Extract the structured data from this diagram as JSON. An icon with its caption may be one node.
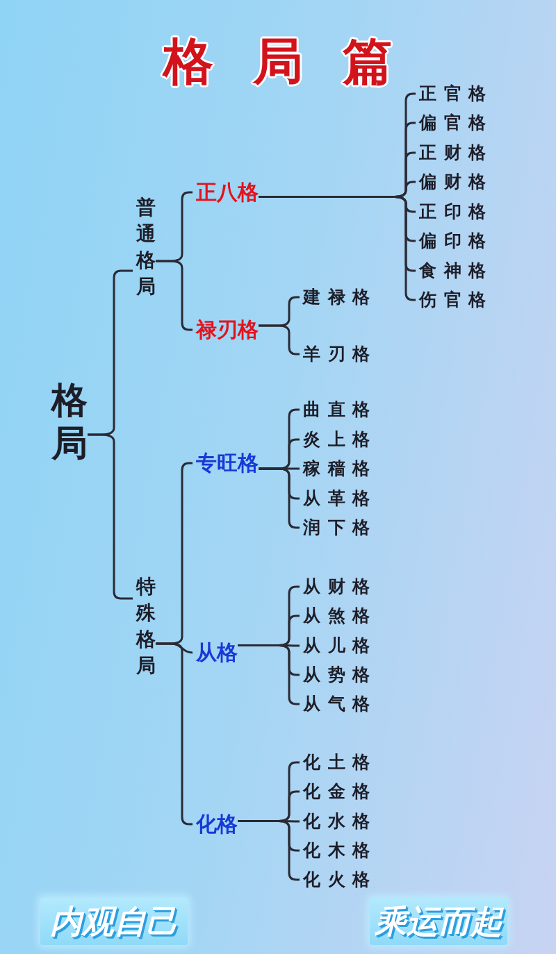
{
  "diagram": {
    "title": "格局篇",
    "nodes": [
      {
        "text": [
          "格局"
        ]
      },
      {
        "text": [
          "普通格局"
        ]
      },
      {
        "text": [
          "正八格"
        ]
      },
      {
        "text": [
          "正官格"
        ]
      },
      {
        "text": [
          "偏官格"
        ]
      },
      {
        "text": [
          "正财格"
        ]
      },
      {
        "text": [
          "偏财格"
        ]
      },
      {
        "text": [
          "正印格"
        ]
      },
      {
        "text": [
          "偏印格"
        ]
      },
      {
        "text": [
          "食神格"
        ]
      },
      {
        "text": [
          "伤官格"
        ]
      },
      {
        "text": [
          "禄刃格"
        ]
      },
      {
        "text": [
          "建禄格"
        ]
      },
      {
        "text": [
          "羊刃格"
        ]
      },
      {
        "text": [
          "特殊格局"
        ]
      },
      {
        "text": [
          "专旺格"
        ]
      },
      {
        "text": [
          "曲直格"
        ]
      },
      {
        "text": [
          "炎上格"
        ]
      },
      {
        "text": [
          "稼穑格"
        ]
      },
      {
        "text": [
          "从革格"
        ]
      },
      {
        "text": [
          "润下格"
        ]
      },
      {
        "text": [
          "从格"
        ]
      },
      {
        "text": [
          "从财格"
        ]
      },
      {
        "text": [
          "从煞格"
        ]
      },
      {
        "text": [
          "从儿格"
        ]
      },
      {
        "text": [
          "从势格"
        ]
      },
      {
        "text": [
          "从气格"
        ]
      },
      {
        "text": [
          "化格"
        ]
      },
      {
        "text": [
          "化土格"
        ]
      },
      {
        "text": [
          "化金格"
        ]
      },
      {
        "text": [
          "化水格"
        ]
      },
      {
        "text": [
          "化木格"
        ]
      },
      {
        "text": [
          "化火格"
        ]
      }
    ],
    "edges": [
      {
        "from": 0,
        "to": 1,
        "arrow": "none"
      },
      {
        "from": 0,
        "to": 14,
        "arrow": "none"
      },
      {
        "from": 1,
        "to": 2,
        "arrow": "none"
      },
      {
        "from": 1,
        "to": 11,
        "arrow": "none"
      },
      {
        "from": 2,
        "to": 3,
        "arrow": "none"
      },
      {
        "from": 2,
        "to": 4,
        "arrow": "none"
      },
      {
        "from": 2,
        "to": 5,
        "arrow": "none"
      },
      {
        "from": 2,
        "to": 6,
        "arrow": "none"
      },
      {
        "from": 2,
        "to": 7,
        "arrow": "none"
      },
      {
        "from": 2,
        "to": 8,
        "arrow": "none"
      },
      {
        "from": 2,
        "to": 9,
        "arrow": "none"
      },
      {
        "from": 2,
        "to": 10,
        "arrow": "none"
      },
      {
        "from": 11,
        "to": 12,
        "arrow": "none"
      },
      {
        "from": 11,
        "to": 13,
        "arrow": "none"
      },
      {
        "from": 14,
        "to": 15,
        "arrow": "none"
      },
      {
        "from": 14,
        "to": 21,
        "arrow": "none"
      },
      {
        "from": 14,
        "to": 27,
        "arrow": "none"
      },
      {
        "from": 15,
        "to": 16,
        "arrow": "none"
      },
      {
        "from": 15,
        "to": 17,
        "arrow": "none"
      },
      {
        "from": 15,
        "to": 18,
        "arrow": "none"
      },
      {
        "from": 15,
        "to": 19,
        "arrow": "none"
      },
      {
        "from": 15,
        "to": 20,
        "arrow": "none"
      },
      {
        "from": 21,
        "to": 22,
        "arrow": "none"
      },
      {
        "from": 21,
        "to": 23,
        "arrow": "none"
      },
      {
        "from": 21,
        "to": 24,
        "arrow": "none"
      },
      {
        "from": 21,
        "to": 25,
        "arrow": "none"
      },
      {
        "from": 21,
        "to": 26,
        "arrow": "none"
      },
      {
        "from": 27,
        "to": 28,
        "arrow": "none"
      },
      {
        "from": 27,
        "to": 29,
        "arrow": "none"
      },
      {
        "from": 27,
        "to": 30,
        "arrow": "none"
      },
      {
        "from": 27,
        "to": 31,
        "arrow": "none"
      },
      {
        "from": 27,
        "to": 32,
        "arrow": "none"
      }
    ],
    "labels": [
      "内观自己",
      "乘运而起"
    ]
  }
}
